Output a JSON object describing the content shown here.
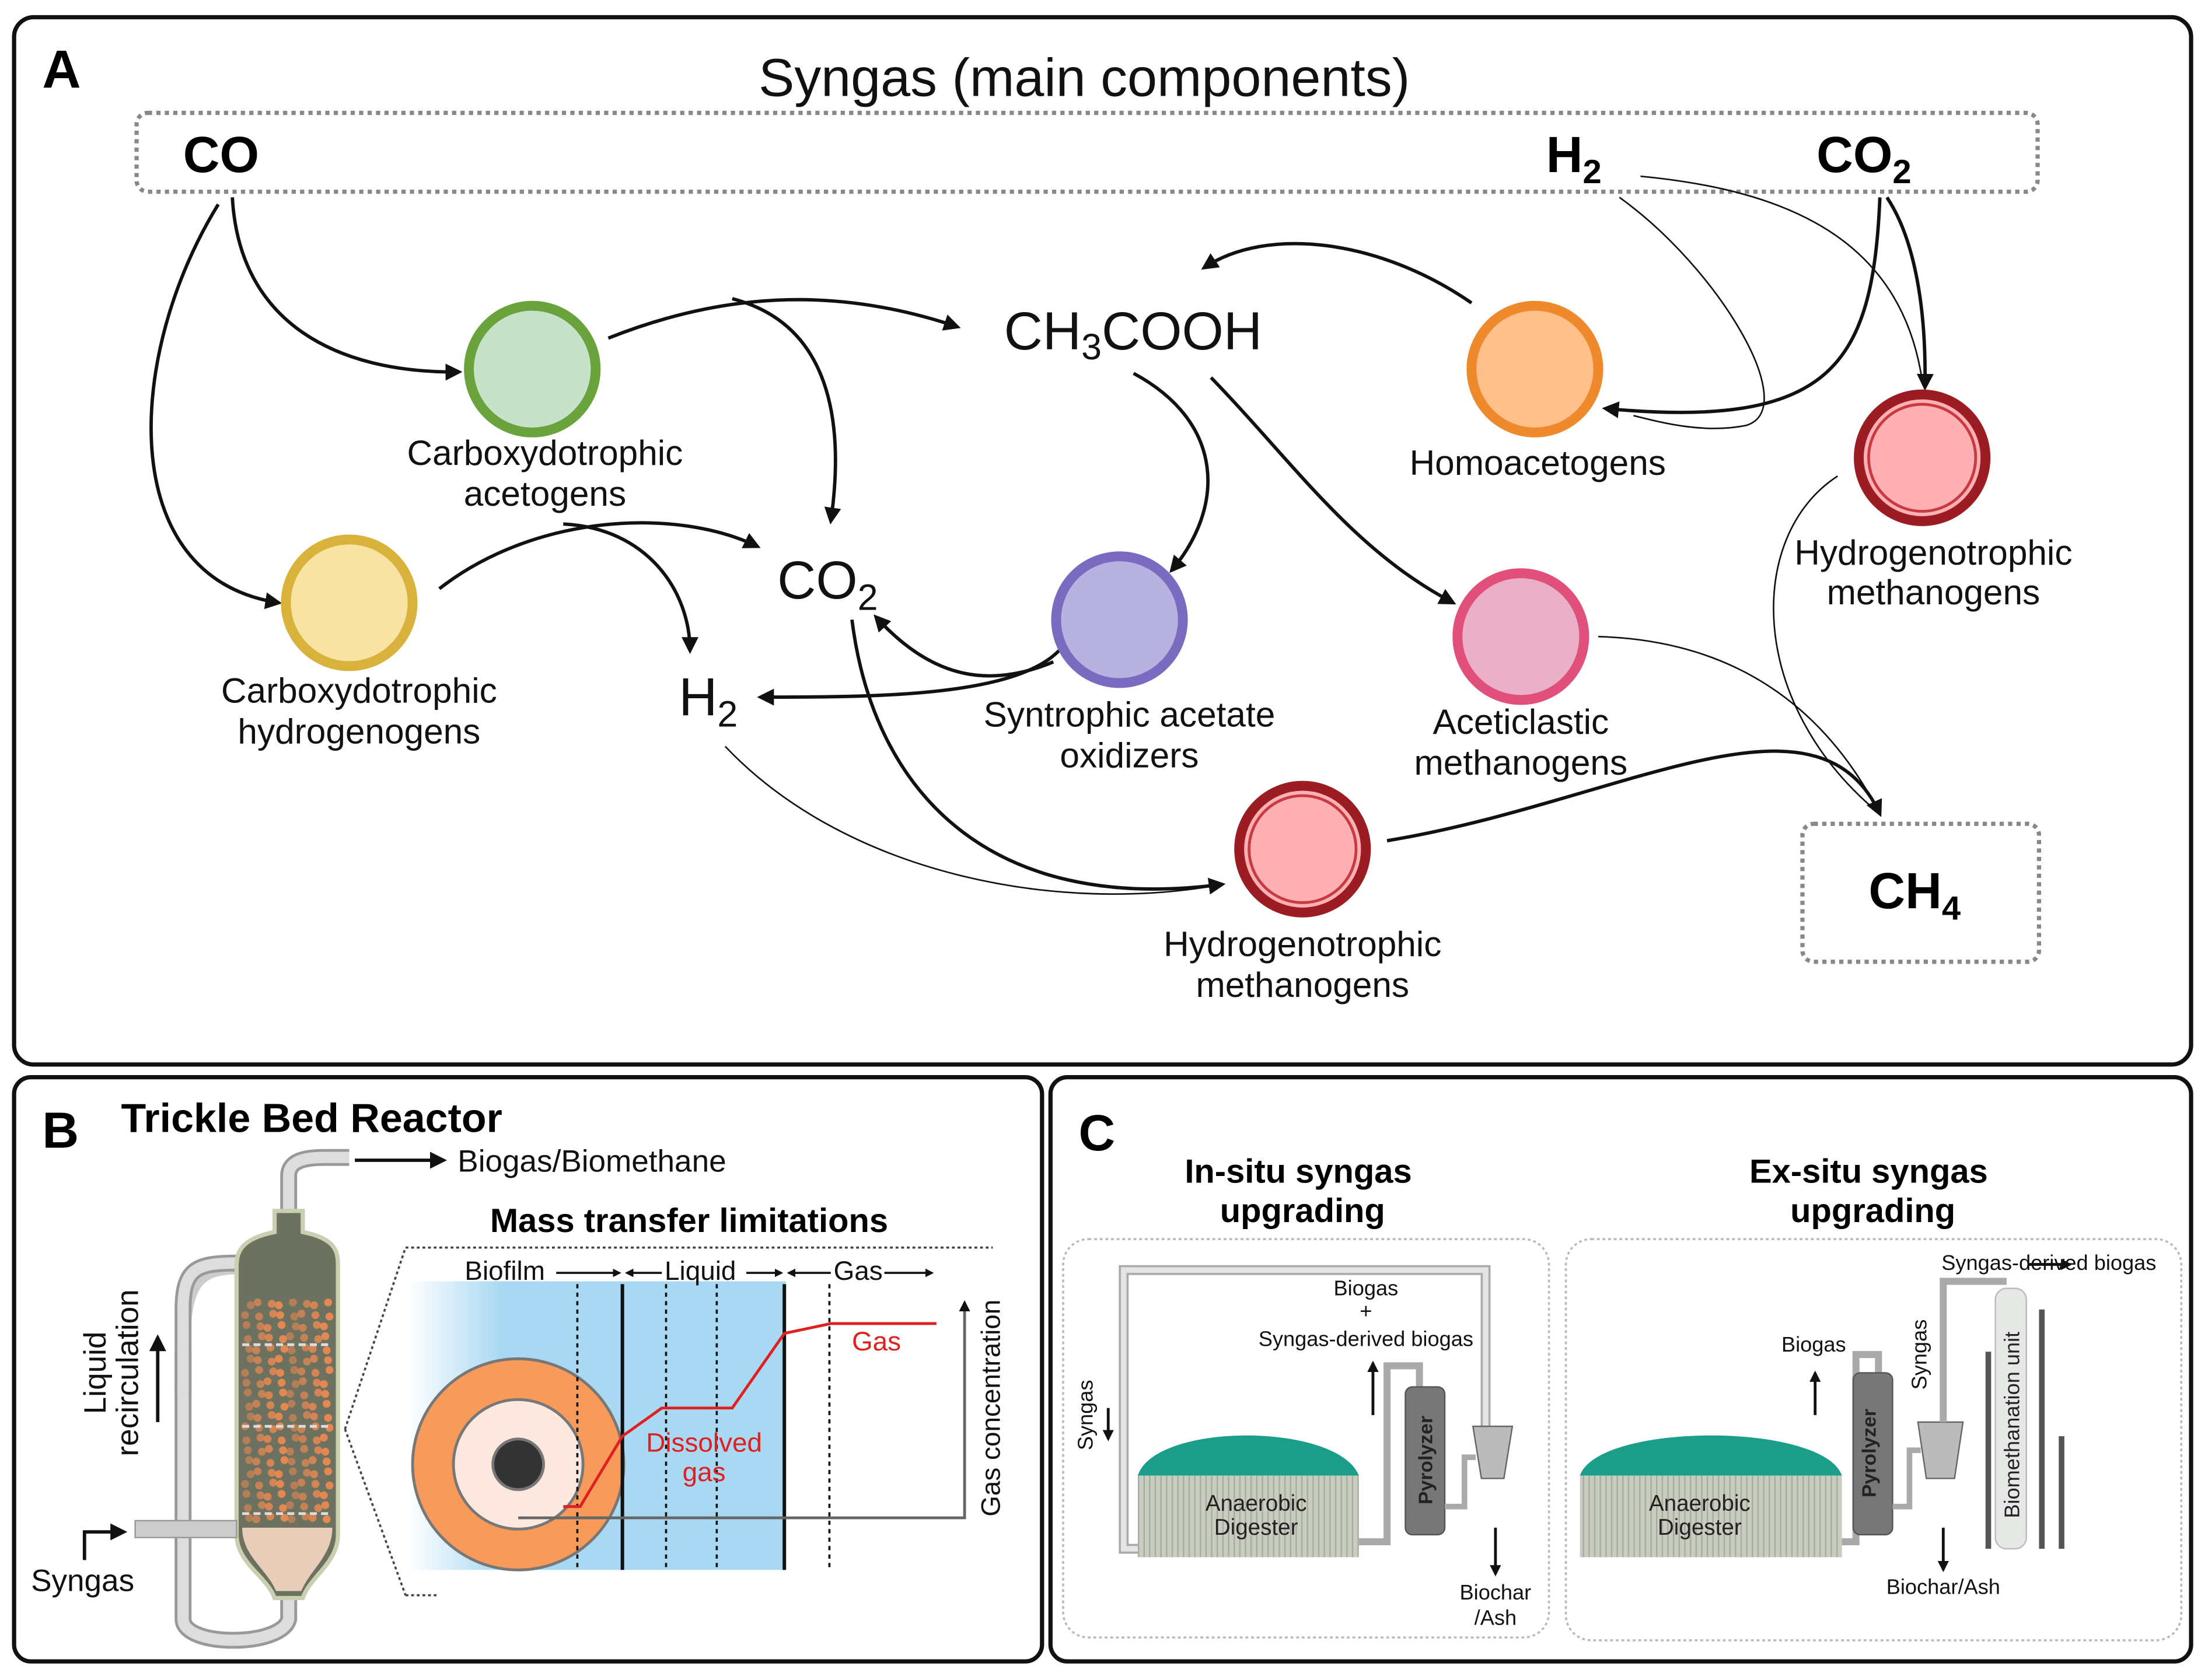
{
  "panel_a": {
    "label": "A",
    "title": "Syngas (main components)",
    "syngas_components": {
      "co": {
        "base": "CO"
      },
      "h2": {
        "base": "H",
        "sub": "2"
      },
      "co2": {
        "base": "CO",
        "sub": "2"
      }
    },
    "intermediates": {
      "acetate": {
        "p1": "CH",
        "sub": "3",
        "p2": "COOH"
      },
      "co2": {
        "base": "CO",
        "sub": "2"
      },
      "h2": {
        "base": "H",
        "sub": "2"
      }
    },
    "product": {
      "base": "CH",
      "sub": "4"
    },
    "organisms": [
      {
        "lines": [
          "Carboxydotrophic",
          "acetogens"
        ],
        "fill": "#c6e2c9",
        "stroke": "#6aa23c"
      },
      {
        "lines": [
          "Carboxydotrophic",
          "hydrogenogens"
        ],
        "fill": "#f8e3a3",
        "stroke": "#d8b23a"
      },
      {
        "lines": [
          "Syntrophic acetate",
          "oxidizers"
        ],
        "fill": "#b8b2e0",
        "stroke": "#7b6bc0"
      },
      {
        "lines": [
          "Homoacetogens"
        ],
        "fill": "#ffc08c",
        "stroke": "#ee8a2c"
      },
      {
        "lines": [
          "Hydrogenotrophic",
          "methanogens"
        ],
        "fill": "#ffb0b4",
        "stroke": "#9b1c22"
      },
      {
        "lines": [
          "Aceticlastic",
          "methanogens"
        ],
        "fill": "#eab0c8",
        "stroke": "#e0507a"
      },
      {
        "lines": [
          "Hydrogenotrophic",
          "methanogens"
        ],
        "fill": "#ffb0b4",
        "stroke": "#9b1c22"
      }
    ]
  },
  "panel_b": {
    "label": "B",
    "title": "Trickle Bed Reactor",
    "output": "Biogas/Biomethane",
    "input": "Syngas",
    "recirculation": [
      "Liquid",
      "recirculation"
    ],
    "subtitle": "Mass transfer limitations",
    "zones": [
      "Biofilm",
      "Liquid",
      "Gas"
    ],
    "curve_labels": {
      "gas": "Gas",
      "dissolved": [
        "Dissolved",
        "gas"
      ]
    },
    "axis_label": "Gas concentration",
    "colors": {
      "curve": "#e02020",
      "liquid": "#a8d8f2",
      "biofilm": "#f89a5a"
    }
  },
  "panel_c": {
    "label": "C",
    "in_situ": {
      "title": [
        "In-situ syngas",
        "upgrading"
      ],
      "syngas": "Syngas",
      "gas_out": [
        "Biogas",
        "+",
        "Syngas-derived biogas"
      ],
      "digester": [
        "Anaerobic",
        "Digester"
      ],
      "pyrolyzer": "Pyrolyzer",
      "residue": [
        "Biochar",
        "/Ash"
      ]
    },
    "ex_situ": {
      "title": [
        "Ex-situ syngas",
        "upgrading"
      ],
      "biogas": "Biogas",
      "syngas": "Syngas",
      "gas_out": "Syngas-derived biogas",
      "digester": [
        "Anaerobic",
        "Digester"
      ],
      "pyrolyzer": "Pyrolyzer",
      "unit": "Biomethanation unit",
      "residue": "Biochar/Ash"
    },
    "colors": {
      "dome": "#1a9e8a",
      "tank": "#c9cdbf"
    }
  }
}
